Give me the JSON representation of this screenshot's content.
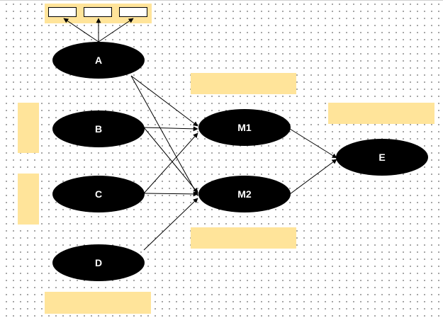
{
  "colors": {
    "node_fill": "#000000",
    "node_text": "#ffffff",
    "highlight": "#ffe49a",
    "edge": "#000000"
  },
  "nodes": [
    {
      "id": "A",
      "label": "A"
    },
    {
      "id": "B",
      "label": "B"
    },
    {
      "id": "C",
      "label": "C"
    },
    {
      "id": "D",
      "label": "D"
    },
    {
      "id": "M1",
      "label": "M1"
    },
    {
      "id": "M2",
      "label": "M2"
    },
    {
      "id": "E",
      "label": "E"
    }
  ],
  "edges": [
    {
      "from": "A",
      "to": "M1"
    },
    {
      "from": "A",
      "to": "M2"
    },
    {
      "from": "B",
      "to": "M1"
    },
    {
      "from": "B",
      "to": "M2"
    },
    {
      "from": "C",
      "to": "M1"
    },
    {
      "from": "C",
      "to": "M2"
    },
    {
      "from": "D",
      "to": "M2"
    },
    {
      "from": "M1",
      "to": "E"
    },
    {
      "from": "M2",
      "to": "E"
    }
  ],
  "indicators": {
    "for_node": "A",
    "count": 3
  }
}
